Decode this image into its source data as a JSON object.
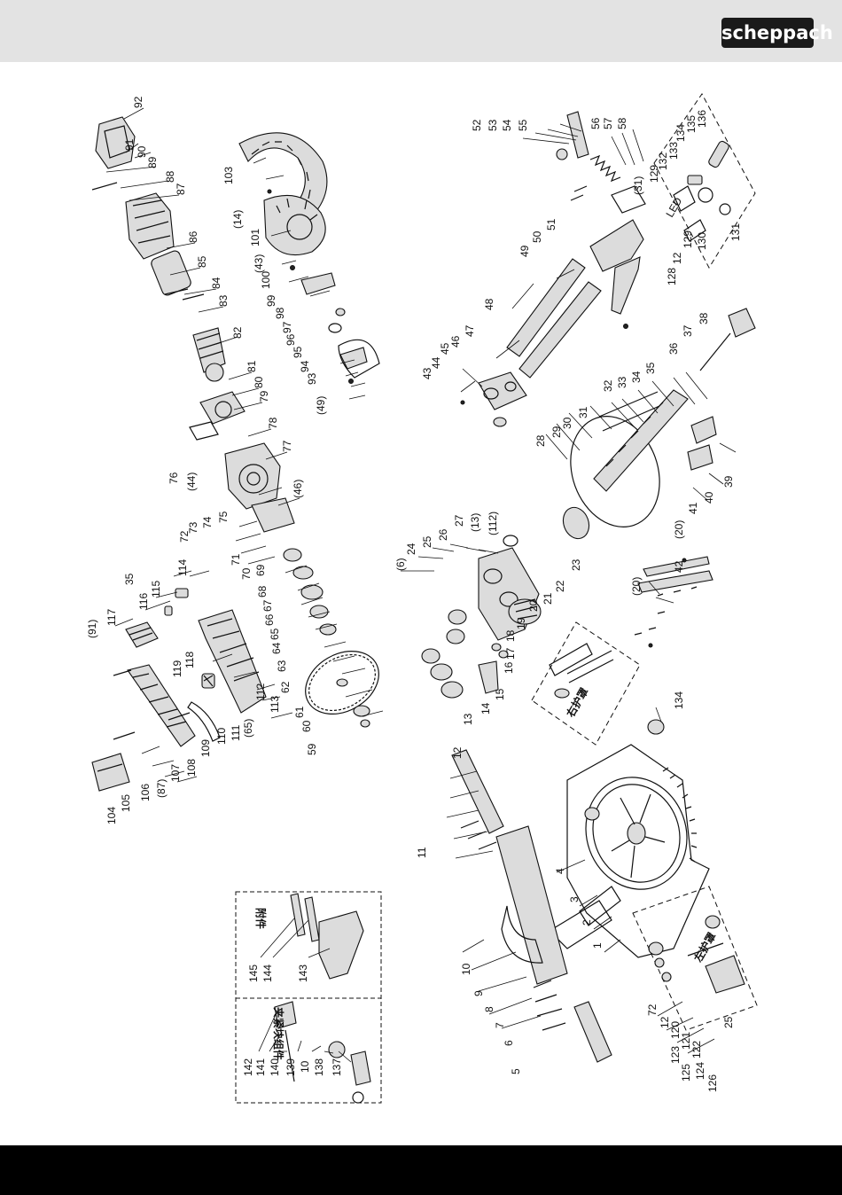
{
  "brand": {
    "logo_text": "scheppach",
    "header_color": "#e3e3e3",
    "footer_color": "#000000"
  },
  "groups": {
    "right_guard": "右护罩",
    "left_guard": "左护罩",
    "accessories": "附件",
    "clamp_assembly": "夹紧块组件"
  },
  "parts": {
    "blade_motor": [
      "59",
      "60",
      "61",
      "62",
      "63",
      "64",
      "65",
      "66",
      "67",
      "68",
      "69",
      "70",
      "71",
      "72",
      "73",
      "74",
      "75",
      "76",
      "77",
      "78",
      "79",
      "80",
      "81",
      "82",
      "83",
      "84",
      "85",
      "86",
      "87",
      "88",
      "89",
      "90",
      "91",
      "92"
    ],
    "guard": [
      "93",
      "94",
      "95",
      "96",
      "97",
      "98",
      "99",
      "100",
      "101",
      "103",
      "(14)",
      "(43)",
      "(49)"
    ],
    "handle": [
      "104",
      "105",
      "106",
      "(87)",
      "107",
      "108",
      "109",
      "110",
      "111",
      "(65)",
      "112",
      "113",
      "114",
      "115",
      "116",
      "35",
      "117",
      "(91)",
      "118",
      "119",
      "(44)",
      "(46)"
    ],
    "rails": [
      "43",
      "44",
      "45",
      "46",
      "47",
      "48",
      "49",
      "50",
      "51",
      "52",
      "53",
      "54",
      "55",
      "56",
      "57",
      "58",
      "(31)"
    ],
    "turntable": [
      "(6)",
      "24",
      "25",
      "26",
      "27",
      "(13)",
      "(112)",
      "28",
      "29",
      "30",
      "31",
      "32",
      "33",
      "34",
      "35",
      "36",
      "37",
      "38",
      "39",
      "40",
      "41",
      "(20)",
      "42",
      "22",
      "23",
      "21",
      "20",
      "19",
      "18",
      "17",
      "16",
      "15",
      "14",
      "13",
      "12",
      "11",
      "10",
      "9",
      "8",
      "7",
      "6",
      "5",
      "4",
      "3",
      "2",
      "1",
      "134"
    ],
    "led": [
      "128",
      "129",
      "130",
      "131",
      "132",
      "133",
      "134",
      "135",
      "136",
      "12",
      "LED"
    ],
    "left_guard_parts": [
      "72",
      "12",
      "120",
      "121",
      "122",
      "123",
      "124",
      "125",
      "126",
      "25"
    ],
    "clamp": [
      "142",
      "141",
      "140",
      "139",
      "10",
      "138",
      "137"
    ],
    "accessory_parts": [
      "145",
      "144",
      "143"
    ]
  }
}
